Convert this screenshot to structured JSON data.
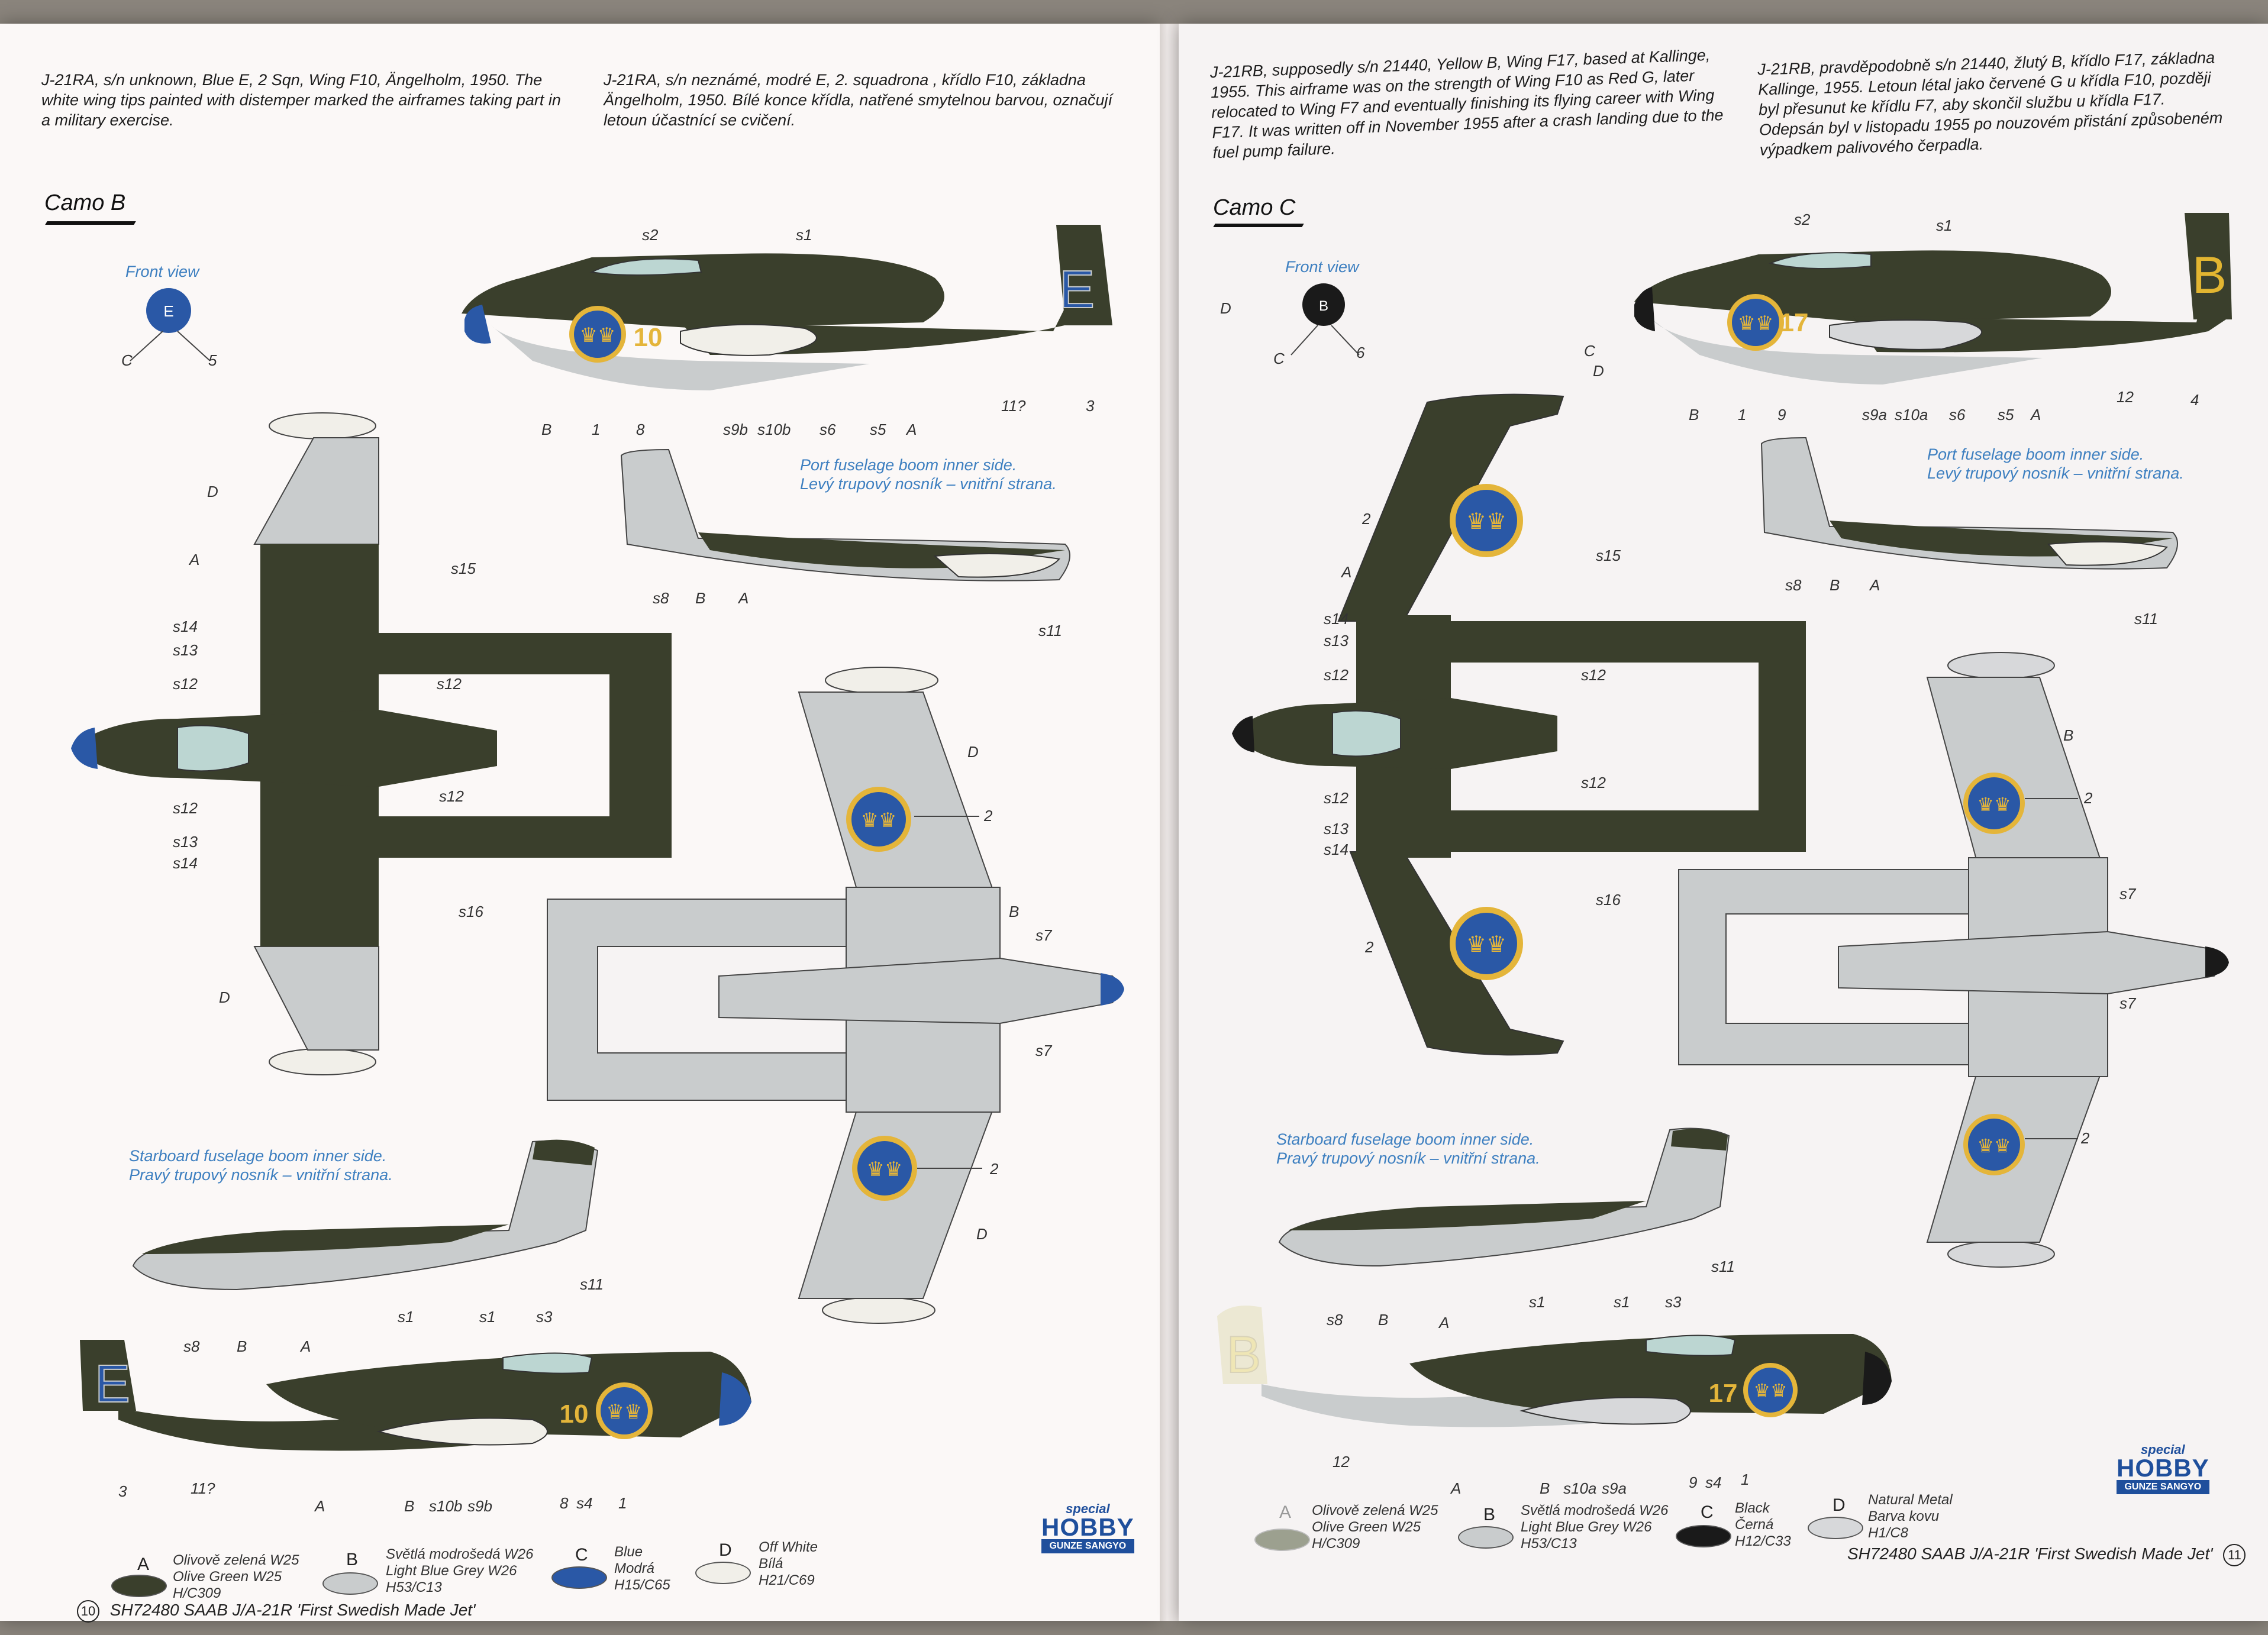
{
  "left_page": {
    "text_en": "J-21RA, s/n unknown, Blue E, 2 Sqn, Wing F10, Ängelholm, 1950. The white wing tips painted with distemper marked the airframes taking part in a military exercise.",
    "text_cz": "J-21RA, s/n neznámé, modré E, 2. squadrona , křídlo F10, základna Ängelholm, 1950. Bílé konce křídla, natřené smytelnou barvou, označují letoun účastnící se cvičení.",
    "camo_title": "Camo B",
    "front_view_label": "Front view",
    "port_boom_label_en": "Port fuselage boom inner side.",
    "port_boom_label_cz": "Levý trupový nosník – vnitřní strana.",
    "stbd_boom_label_en": "Starboard fuselage boom inner side.",
    "stbd_boom_label_cz": "Pravý trupový nosník – vnitřní strana.",
    "tail_letter": "E",
    "code_number": "10",
    "footer_page_number": "10",
    "footer_title": "SH72480 SAAB J/A-21R 'First Swedish Made Jet'",
    "callouts": {
      "s1": "s1",
      "s2": "s2",
      "s3": "s3",
      "s4": "s4",
      "s5": "s5",
      "s6": "s6",
      "s7": "s7",
      "s8": "s8",
      "s9b": "s9b",
      "s10b": "s10b",
      "s11": "s11",
      "s12": "s12",
      "s13": "s13",
      "s14": "s14",
      "s15": "s15",
      "s16": "s16",
      "A": "A",
      "B": "B",
      "C": "C",
      "D": "D",
      "n1": "1",
      "n2": "2",
      "n3": "3",
      "n5": "5",
      "n8": "8",
      "n11": "11?"
    },
    "legend": [
      {
        "letter": "A",
        "line1": "Olivově zelená W25",
        "line2": "Olive Green W25",
        "line3": "H/C309",
        "color": "#3a3f2c"
      },
      {
        "letter": "B",
        "line1": "Světlá modrošedá W26",
        "line2": "Light Blue Grey W26",
        "line3": "H53/C13",
        "color": "#c9cccd"
      },
      {
        "letter": "C",
        "line1": "Blue",
        "line2": "Modrá",
        "line3": "H15/C65",
        "color": "#2a58a6"
      },
      {
        "letter": "D",
        "line1": "Off White",
        "line2": "Bílá",
        "line3": "H21/C69",
        "color": "#f1efe9"
      }
    ]
  },
  "right_page": {
    "text_en": "J-21RB, supposedly s/n 21440, Yellow B, Wing F17, based at Kallinge, 1955. This airframe was on the strength of Wing F10 as Red G, later relocated to Wing F7 and eventually finishing its flying career with Wing F17. It was written off in November 1955 after a crash landing due to the fuel pump failure.",
    "text_cz": "J-21RB, pravděpodobně s/n 21440, žlutý B, křídlo F17, základna Kallinge, 1955. Letoun létal jako červené G u křídla F10, později byl přesunut ke křídlu F7, aby skončil službu u křídla F17. Odepsán byl v listopadu 1955 po nouzovém přistání způsobeném výpadkem palivového čerpadla.",
    "camo_title": "Camo C",
    "front_view_label": "Front view",
    "port_boom_label_en": "Port fuselage boom inner side.",
    "port_boom_label_cz": "Levý trupový nosník – vnitřní strana.",
    "stbd_boom_label_en": "Starboard fuselage boom inner side.",
    "stbd_boom_label_cz": "Pravý trupový nosník – vnitřní strana.",
    "tail_letter": "B",
    "code_number": "17",
    "footer_page_number": "11",
    "footer_title": "SH72480 SAAB J/A-21R 'First Swedish Made Jet'",
    "callouts": {
      "s1": "s1",
      "s2": "s2",
      "s3": "s3",
      "s4": "s4",
      "s5": "s5",
      "s6": "s6",
      "s7": "s7",
      "s8": "s8",
      "s9a": "s9a",
      "s10a": "s10a",
      "s11": "s11",
      "s12": "s12",
      "s13": "s13",
      "s14": "s14",
      "s15": "s15",
      "s16": "s16",
      "A": "A",
      "B": "B",
      "C": "C",
      "D": "D",
      "n1": "1",
      "n2": "2",
      "n4": "4",
      "n6": "6",
      "n9": "9",
      "n12": "12"
    },
    "legend": [
      {
        "letter": "A",
        "line1": "Olivově zelená W25",
        "line2": "Olive Green W25",
        "line3": "H/C309",
        "color": "#3a3f2c"
      },
      {
        "letter": "B",
        "line1": "Světlá modrošedá W26",
        "line2": "Light Blue Grey W26",
        "line3": "H53/C13",
        "color": "#c9cccd"
      },
      {
        "letter": "C",
        "line1": "Black",
        "line2": "Černá",
        "line3": "H12/C33",
        "color": "#1a1a1a"
      },
      {
        "letter": "D",
        "line1": "Natural Metal",
        "line2": "Barva kovu",
        "line3": "H1/C8",
        "color": "#d7d8da"
      }
    ]
  },
  "logo": {
    "line1": "special",
    "line2": "HOBBY",
    "line3": "GUNZE SANGYO"
  },
  "colors": {
    "olive": "#3a3f2c",
    "grey": "#c9cccd",
    "blue": "#2a58a6",
    "roundel_yellow": "#e4b53a",
    "tail_yellow": "#e2b531"
  }
}
